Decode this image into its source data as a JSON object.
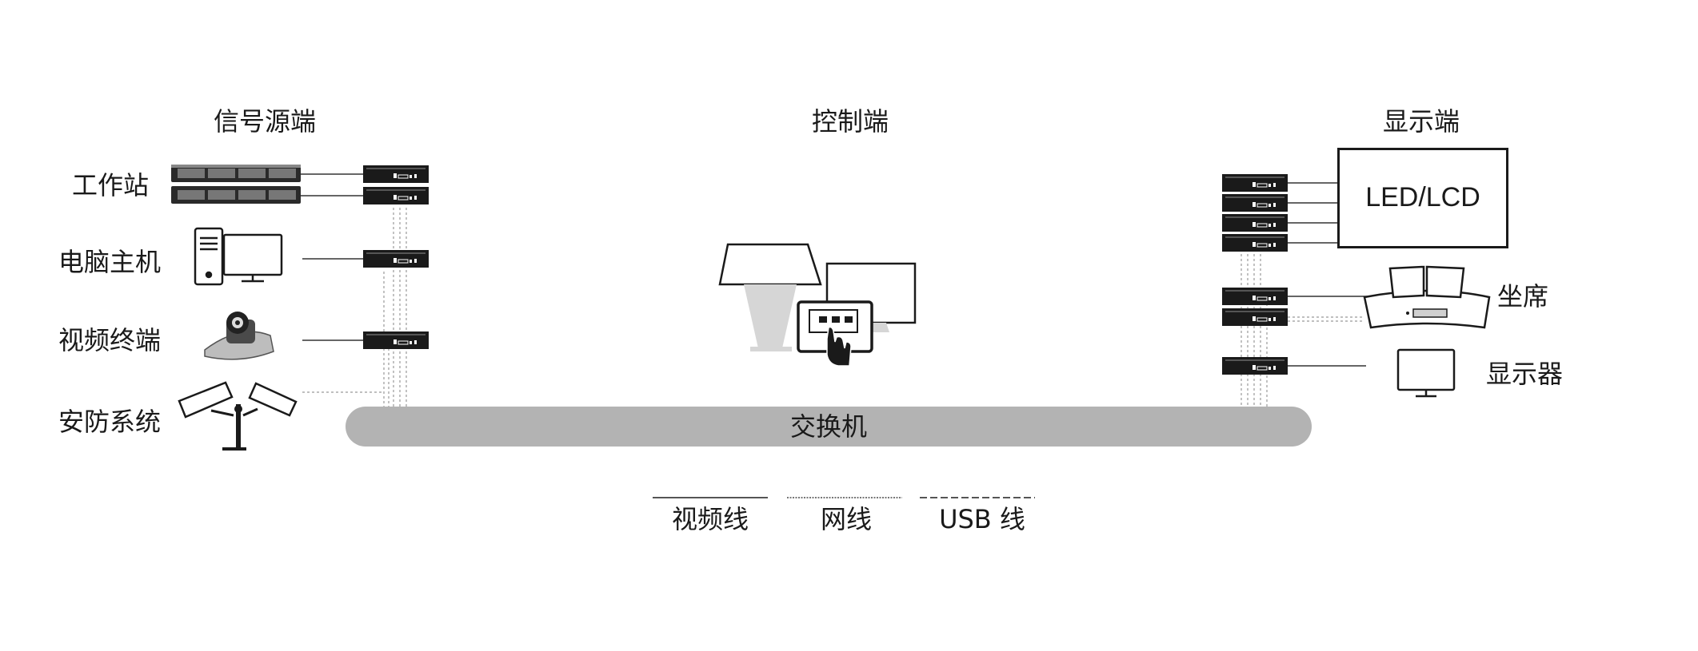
{
  "sections": {
    "source": "信号源端",
    "control": "控制端",
    "display": "显示端"
  },
  "sources": [
    "工作站",
    "电脑主机",
    "视频终端",
    "安防系统"
  ],
  "outputs": {
    "led": "LED/LCD",
    "seat": "坐席",
    "monitor": "显示器"
  },
  "switch_label": "交换机",
  "legend": [
    "视频线",
    "网线",
    "USB 线"
  ],
  "colors": {
    "line": "#1a1a1a",
    "switch": "#b3b3b3",
    "device": "#1a1a1a"
  },
  "icons": [
    "server-rack-icon",
    "desktop-computer-icon",
    "video-conference-camera-icon",
    "security-camera-icon",
    "control-console-icon",
    "kvm-extender-icon",
    "operator-seat-icon",
    "monitor-icon"
  ]
}
